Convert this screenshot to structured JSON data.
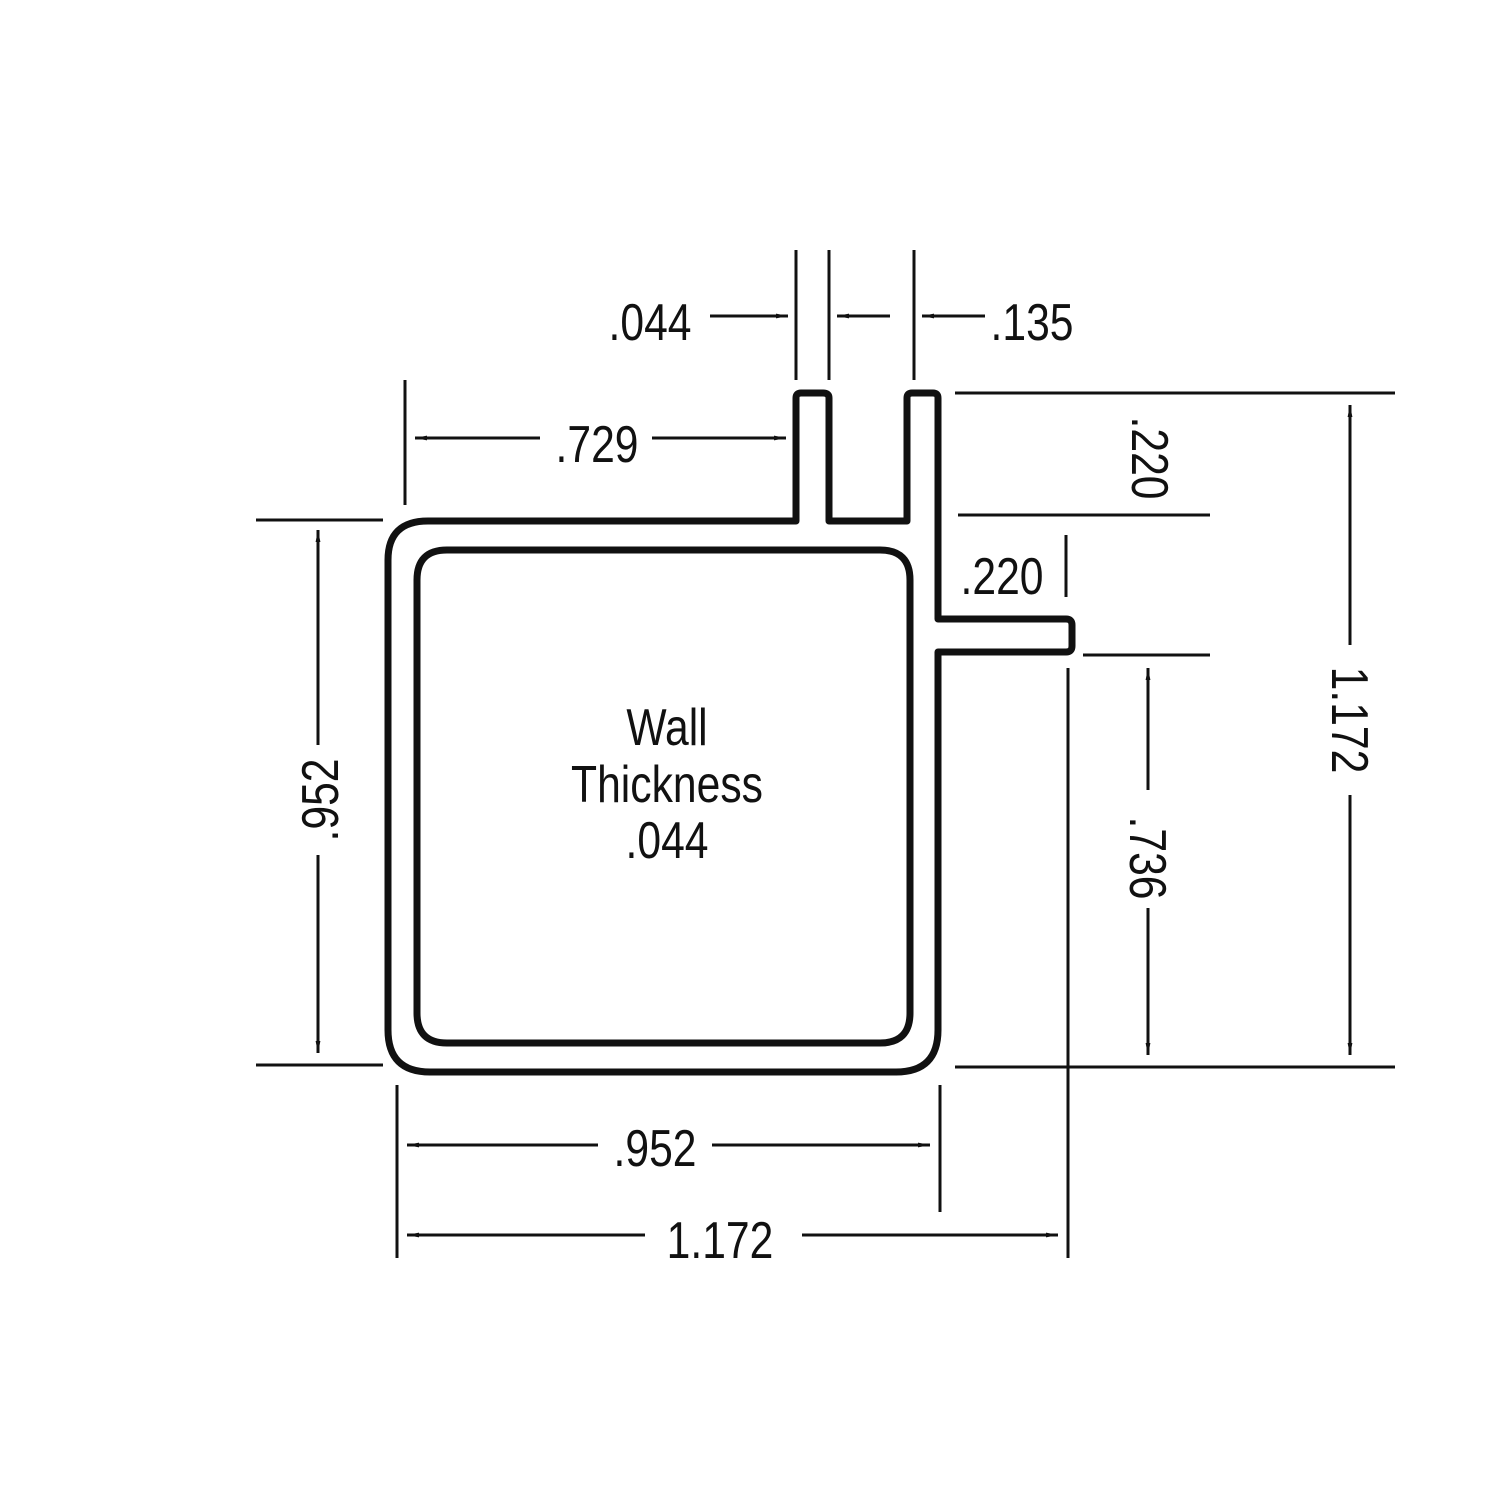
{
  "center_note": {
    "line1": "Wall",
    "line2": "Thickness",
    "line3": ".044"
  },
  "dimensions": {
    "fin_thickness": ".044",
    "fin_gap": ".135",
    "fin_offset": ".729",
    "fin_height": ".220",
    "side_fin_offset": ".220",
    "side_fin_to_bottom": ".736",
    "overall_height": "1.172",
    "tube_height": ".952",
    "tube_width": ".952",
    "overall_width": "1.172"
  },
  "colors": {
    "line": "#111111",
    "background": "#ffffff"
  }
}
